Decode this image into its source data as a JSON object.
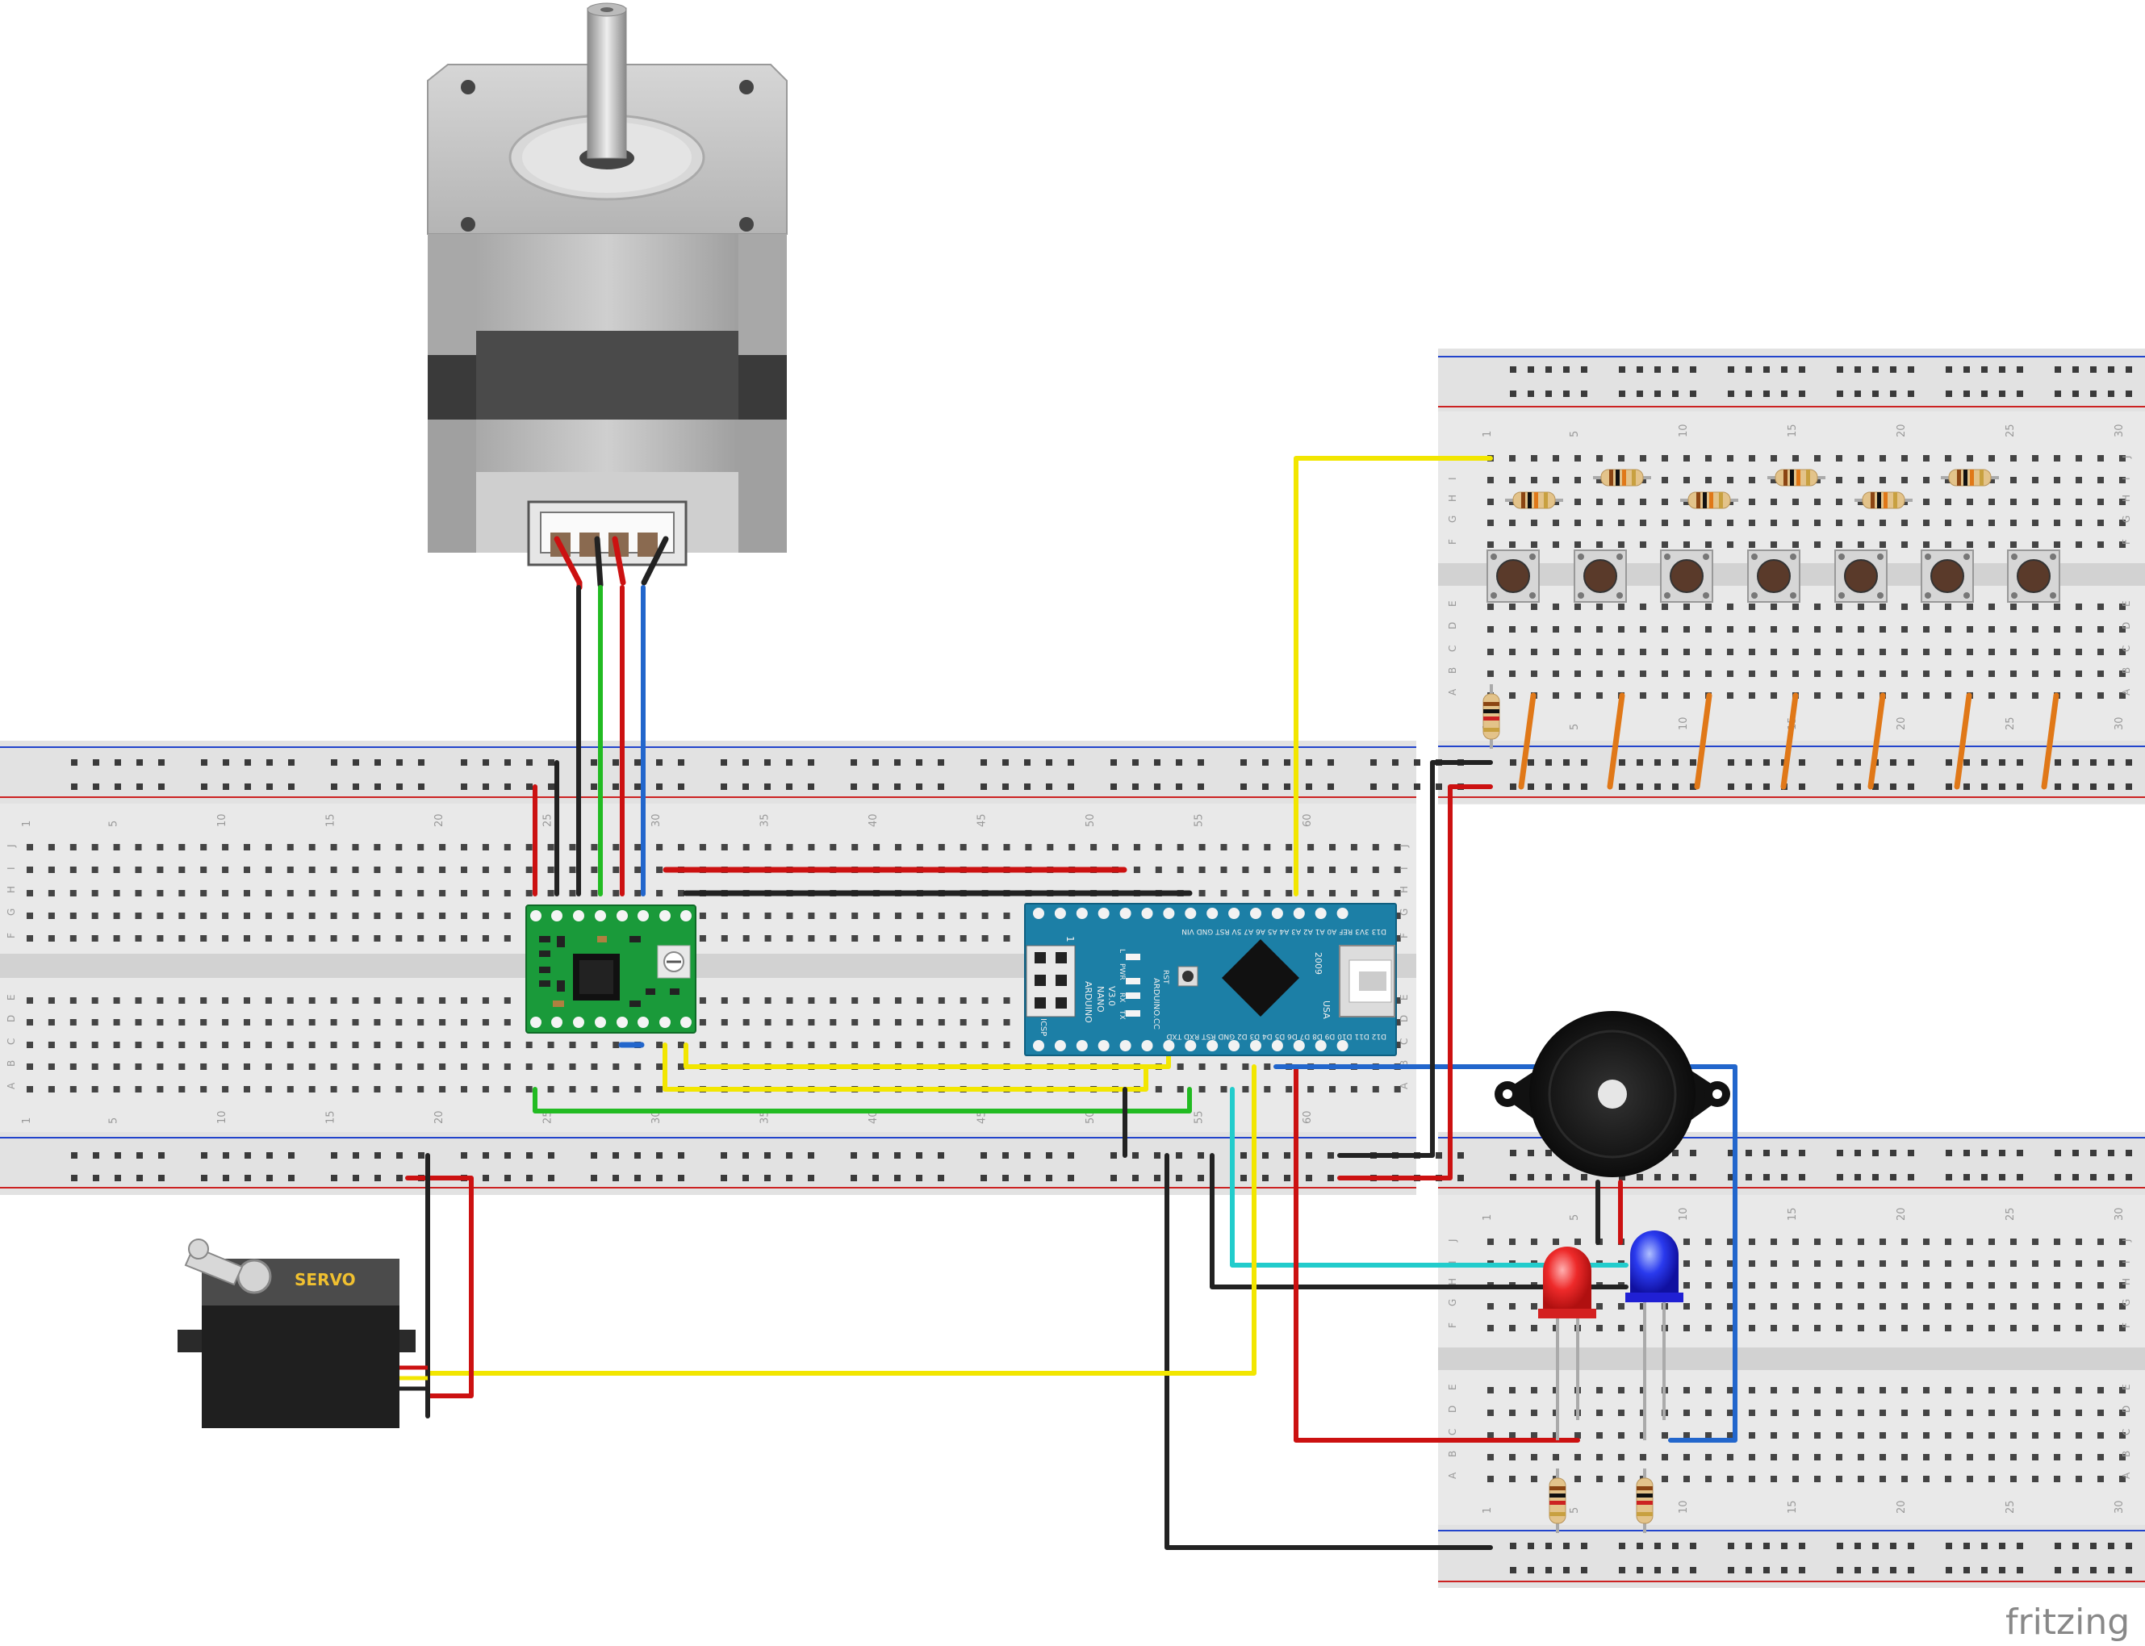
{
  "watermark": "fritzing",
  "nano": {
    "model": "ARDUINO",
    "name": "NANO",
    "version": "V3.0",
    "site": "ARDUINO.CC",
    "year": "2009",
    "country": "USA",
    "icsp": "ICSP",
    "pwr": "PWR",
    "rx": "RX",
    "tx": "TX",
    "rst": "RST",
    "l": "L",
    "one": "1",
    "top_pins": "D13 3V3 REF A0 A1 A2 A3 A4 A5 A6 A7 5V RST GND VIN",
    "bottom_pins": "D12 D11 D10 D9 D8 D7 D6 D5 D4 D3 D2 GND RST RXD TXD"
  },
  "servo": {
    "label": "SERVO"
  },
  "breadboard_main": {
    "col_numbers": [
      "1",
      "5",
      "10",
      "15",
      "20",
      "25",
      "30",
      "35",
      "40",
      "45",
      "50",
      "55",
      "60"
    ],
    "rows_top": [
      "J",
      "I",
      "H",
      "G",
      "F"
    ],
    "rows_bottom": [
      "E",
      "D",
      "C",
      "B",
      "A"
    ]
  },
  "breadboard_small": {
    "col_numbers": [
      "1",
      "5",
      "10",
      "15",
      "20",
      "25",
      "30"
    ],
    "rows_top": [
      "J",
      "I",
      "H",
      "G",
      "F"
    ],
    "rows_bottom": [
      "E",
      "D",
      "C",
      "B",
      "A"
    ]
  },
  "colors": {
    "red_wire": "#cc1111",
    "black_wire": "#222222",
    "green_wire": "#22bb22",
    "blue_wire": "#2266cc",
    "yellow_wire": "#f2e600",
    "cyan_wire": "#22cccc",
    "orange_jumper": "#e07818",
    "driver_pcb": "#1a9a3a",
    "nano_pcb": "#1c7fa6",
    "breadboard": "#e8e8e8"
  }
}
